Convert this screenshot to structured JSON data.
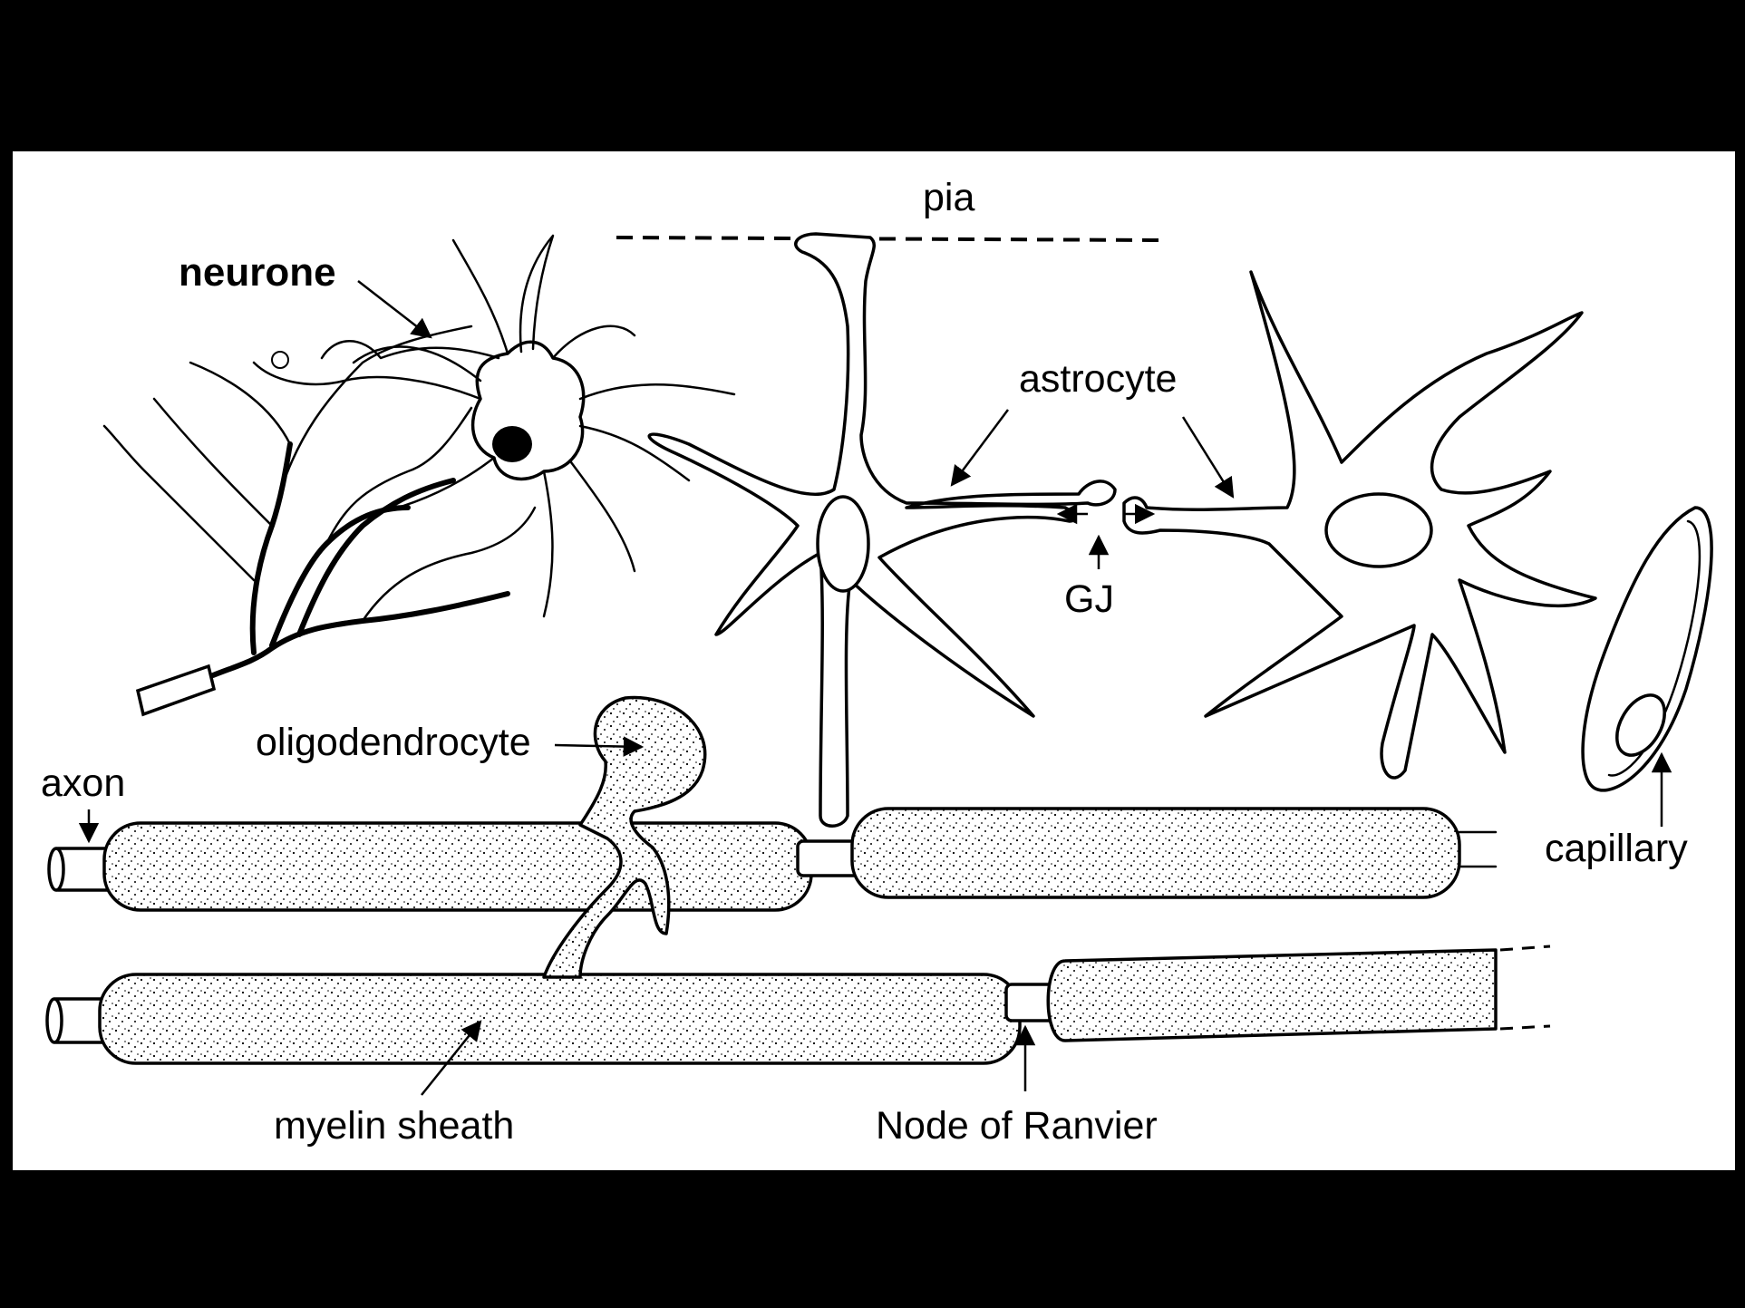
{
  "labels": {
    "neurone": "neurone",
    "pia": "pia",
    "astrocyte": "astrocyte",
    "gj": "GJ",
    "oligodendrocyte": "oligodendrocyte",
    "axon": "axon",
    "capillary": "capillary",
    "myelin_sheath": "myelin sheath",
    "node_of_ranvier": "Node of Ranvier"
  },
  "colors": {
    "frame": "#000000",
    "panel": "#ffffff",
    "ink": "#000000"
  }
}
